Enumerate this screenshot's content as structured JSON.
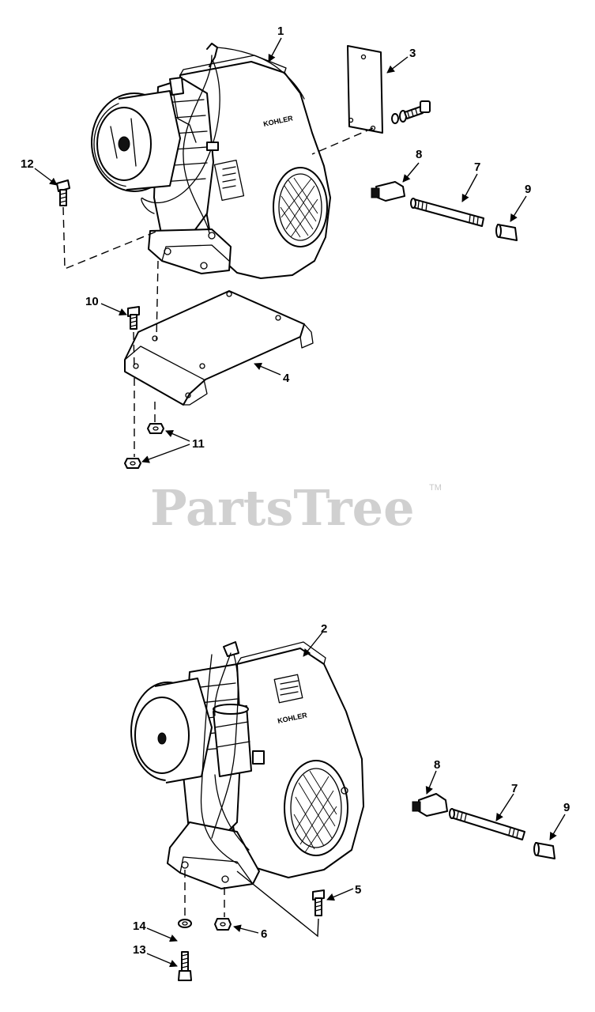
{
  "watermark": {
    "text": "PartsTree",
    "trademark": "TM"
  },
  "engine_brand": "KOHLER",
  "callouts": {
    "c1": "1",
    "c2": "2",
    "c3": "3",
    "c4": "4",
    "c5": "5",
    "c6": "6",
    "c7_top": "7",
    "c7_bottom": "7",
    "c8_top": "8",
    "c8_bottom": "8",
    "c9_top": "9",
    "c9_bottom": "9",
    "c10": "10",
    "c11": "11",
    "c12": "12",
    "c13": "13",
    "c14": "14"
  }
}
